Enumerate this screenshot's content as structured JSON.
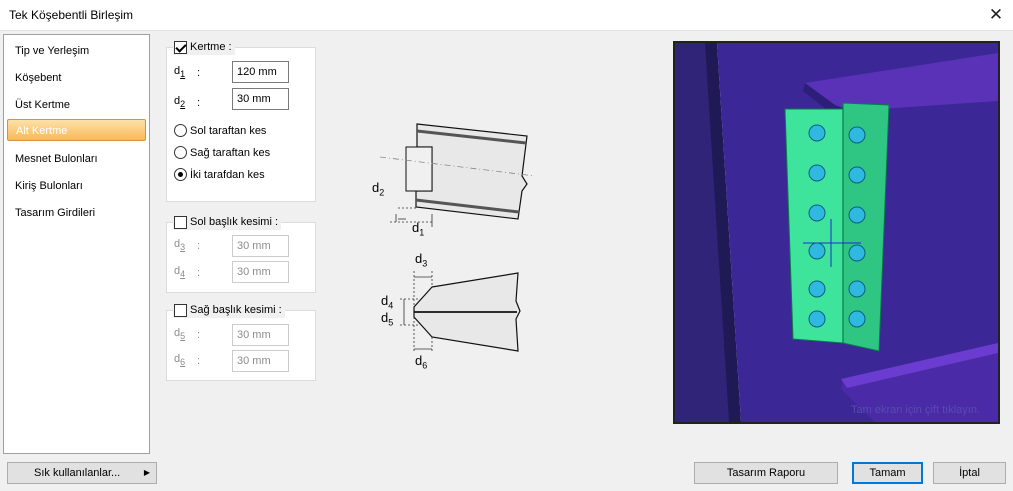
{
  "window": {
    "title": "Tek Köşebentli Birleşim",
    "close_glyph": "✕"
  },
  "sidebar": {
    "items": [
      {
        "label": "Tip ve Yerleşim",
        "active": false
      },
      {
        "label": "Köşebent",
        "active": false
      },
      {
        "label": "Üst Kertme",
        "active": false
      },
      {
        "label": "Alt Kertme",
        "active": true
      },
      {
        "label": "Mesnet Bulonları",
        "active": false
      },
      {
        "label": "Kiriş Bulonları",
        "active": false
      },
      {
        "label": "Tasarım Girdileri",
        "active": false
      }
    ]
  },
  "kertme": {
    "label": "Kertme :",
    "checked": true,
    "d1": {
      "label_d": "d",
      "label_sub": "1",
      "colon": ":",
      "value": "120 mm"
    },
    "d2": {
      "label_d": "d",
      "label_sub": "2",
      "colon": ":",
      "value": "30 mm"
    },
    "options": [
      {
        "label": "Sol taraftan kes",
        "selected": false
      },
      {
        "label": "Sağ taraftan kes",
        "selected": false
      },
      {
        "label": "İki tarafdan kes",
        "selected": true
      }
    ]
  },
  "sol_baslik": {
    "label": "Sol başlık kesimi :",
    "checked": false,
    "d3": {
      "label_d": "d",
      "label_sub": "3",
      "colon": ":",
      "value": "30 mm"
    },
    "d4": {
      "label_d": "d",
      "label_sub": "4",
      "colon": ":",
      "value": "30 mm"
    }
  },
  "sag_baslik": {
    "label": "Sağ başlık kesimi :",
    "checked": false,
    "d5": {
      "label_d": "d",
      "label_sub": "5",
      "colon": ":",
      "value": "30 mm"
    },
    "d6": {
      "label_d": "d",
      "label_sub": "6",
      "colon": ":",
      "value": "30 mm"
    }
  },
  "diagram": {
    "top_labels": {
      "d2": "d",
      "d2_sub": "2",
      "d1": "d",
      "d1_sub": "1"
    },
    "bottom_labels": {
      "d3": "d",
      "d3_sub": "3",
      "d4": "d",
      "d4_sub": "4",
      "d5": "d",
      "d5_sub": "5",
      "d6": "d",
      "d6_sub": "6"
    }
  },
  "preview": {
    "hint": "Tam ekran için çift tıklayın."
  },
  "footer": {
    "favorites_label": "Sık kullanılanlar...",
    "favorites_arrow": "▶",
    "report_label": "Tasarım Raporu",
    "ok_label": "Tamam",
    "cancel_label": "İptal"
  },
  "colors": {
    "accent": "#0078d7",
    "active_item": "#f9b858",
    "steel_purple": "#3b2a8a",
    "angle_green": "#3be09a"
  }
}
